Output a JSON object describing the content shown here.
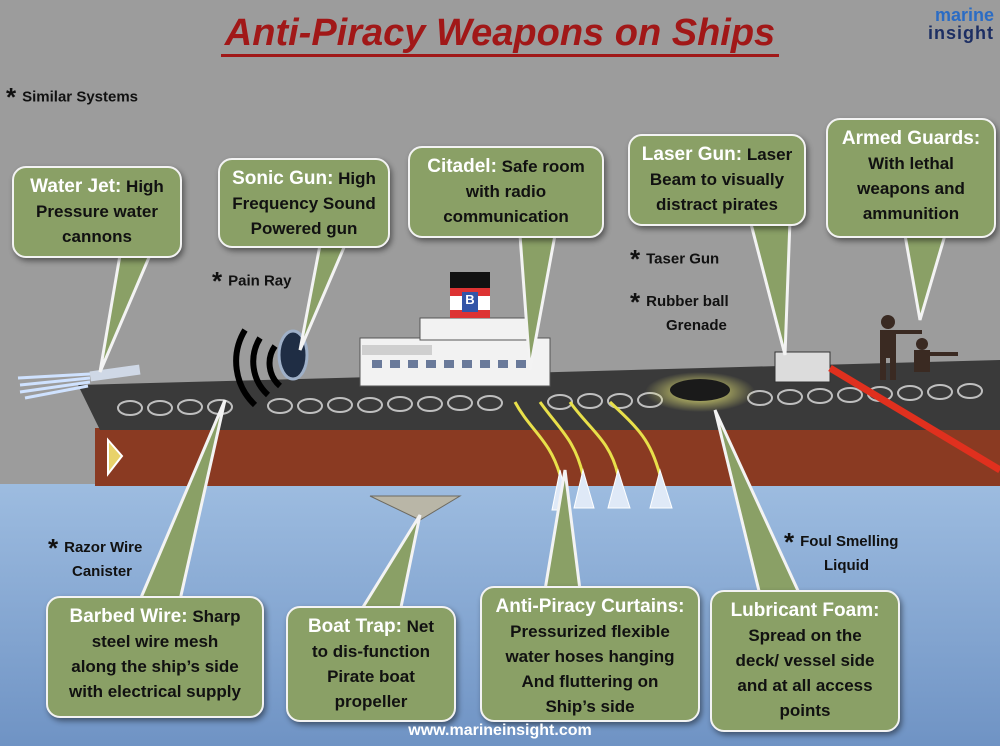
{
  "title": "Anti-Piracy Weapons on Ships",
  "logo": {
    "line1": "marine",
    "line2": "insight"
  },
  "similar_systems_note": "Similar Systems",
  "notes": {
    "pain_ray": "Pain Ray",
    "taser_gun": "Taser Gun",
    "rubber_ball_1": "Rubber ball",
    "rubber_ball_2": "Grenade",
    "razor_wire_1": "Razor Wire",
    "razor_wire_2": "Canister",
    "foul_liquid_1": "Foul Smelling",
    "foul_liquid_2": "Liquid"
  },
  "callouts": {
    "water_jet": {
      "name": "Water Jet:",
      "l1": "High",
      "l2": "Pressure water",
      "l3": "cannons"
    },
    "sonic_gun": {
      "name": "Sonic Gun:",
      "l1": "High",
      "l2": "Frequency Sound",
      "l3": "Powered gun"
    },
    "citadel": {
      "name": "Citadel:",
      "l1": "Safe room",
      "l2": "with radio",
      "l3": "communication"
    },
    "laser_gun": {
      "name": "Laser Gun:",
      "l1": "Laser",
      "l2": "Beam to visually",
      "l3": "distract pirates"
    },
    "armed_guards": {
      "name": "Armed Guards:",
      "l1": "With lethal",
      "l2": "weapons and",
      "l3": "ammunition"
    },
    "barbed_wire": {
      "name": "Barbed Wire:",
      "l1": "Sharp",
      "l2": "steel wire mesh",
      "l3": "along the ship’s side",
      "l4": "with electrical supply"
    },
    "boat_trap": {
      "name": "Boat Trap:",
      "l1": "Net",
      "l2": "to dis-function",
      "l3": "Pirate boat",
      "l4": "propeller"
    },
    "curtains": {
      "name": "Anti-Piracy Curtains:",
      "l1": "Pressurized flexible",
      "l2": "water hoses hanging",
      "l3": "And fluttering on",
      "l4": "Ship’s side"
    },
    "lubricant_foam": {
      "name": "Lubricant Foam:",
      "l1": "Spread on the",
      "l2": "deck/ vessel side",
      "l3": "and at all access",
      "l4": "points"
    }
  },
  "funnel_letter": "B",
  "footer": "www.marineinsight.com",
  "colors": {
    "title": "#a11818",
    "bubble": "#8aa066",
    "sea": "#8fb0d6",
    "hull": "#8a3a22",
    "laser": "#e0301e"
  }
}
